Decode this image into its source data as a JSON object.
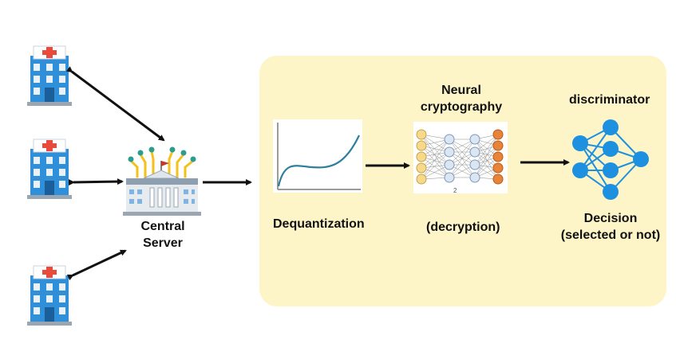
{
  "labels": {
    "central_server_line1": "Central",
    "central_server_line2": "Server",
    "dequantization": "Dequantization",
    "neural_crypto_line1": "Neural",
    "neural_crypto_line2": "cryptography",
    "decryption": "(decryption)",
    "discriminator": "discriminator",
    "decision_line1": "Decision",
    "decision_line2": "(selected or not)",
    "nn_axis_label": "2"
  },
  "icons": {
    "hospital": "hospital-icon",
    "server": "central-server-icon",
    "curve": "dequantization-curve-icon",
    "crypto_network": "neural-network-icon",
    "discriminator_network": "discriminator-network-icon"
  },
  "colors": {
    "panel": "#fdf5c8",
    "hospital_body": "#2f8fd8",
    "hospital_cross": "#e84a3c",
    "network_blue": "#1e90e0",
    "curve": "#2e7f9e"
  }
}
